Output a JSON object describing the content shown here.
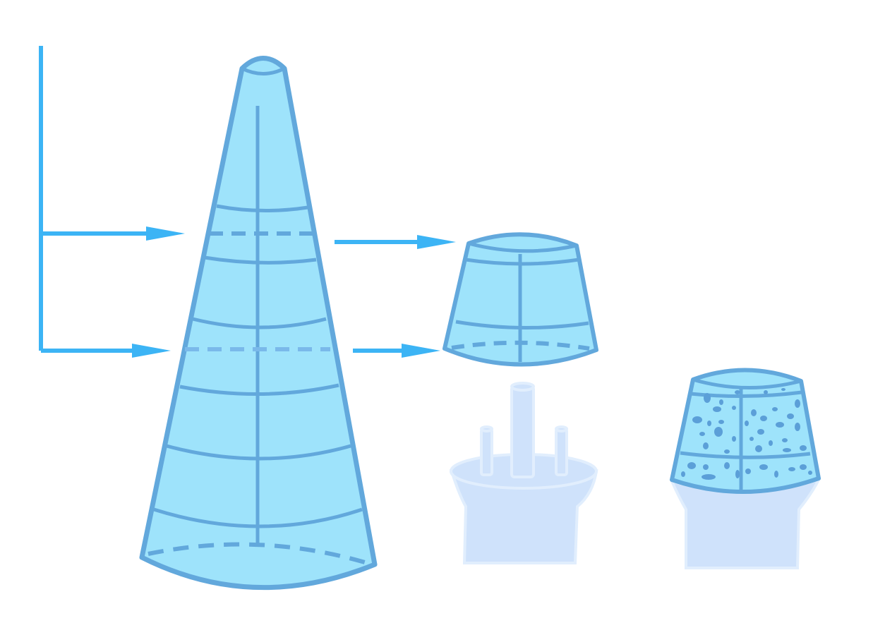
{
  "diagram": {
    "panels": [
      "conical-body",
      "cut-section",
      "base-mount",
      "textured-segment"
    ]
  },
  "colors": {
    "arrow": "#3cb4f5",
    "body_fill": "#9ee3fb",
    "body_stroke": "#62a8dc",
    "base_fill": "#cfe2fb",
    "base_stroke": "#e1eefd",
    "texture": "#5b9fd8"
  },
  "icons": {
    "arrow": "arrow-right-icon"
  }
}
